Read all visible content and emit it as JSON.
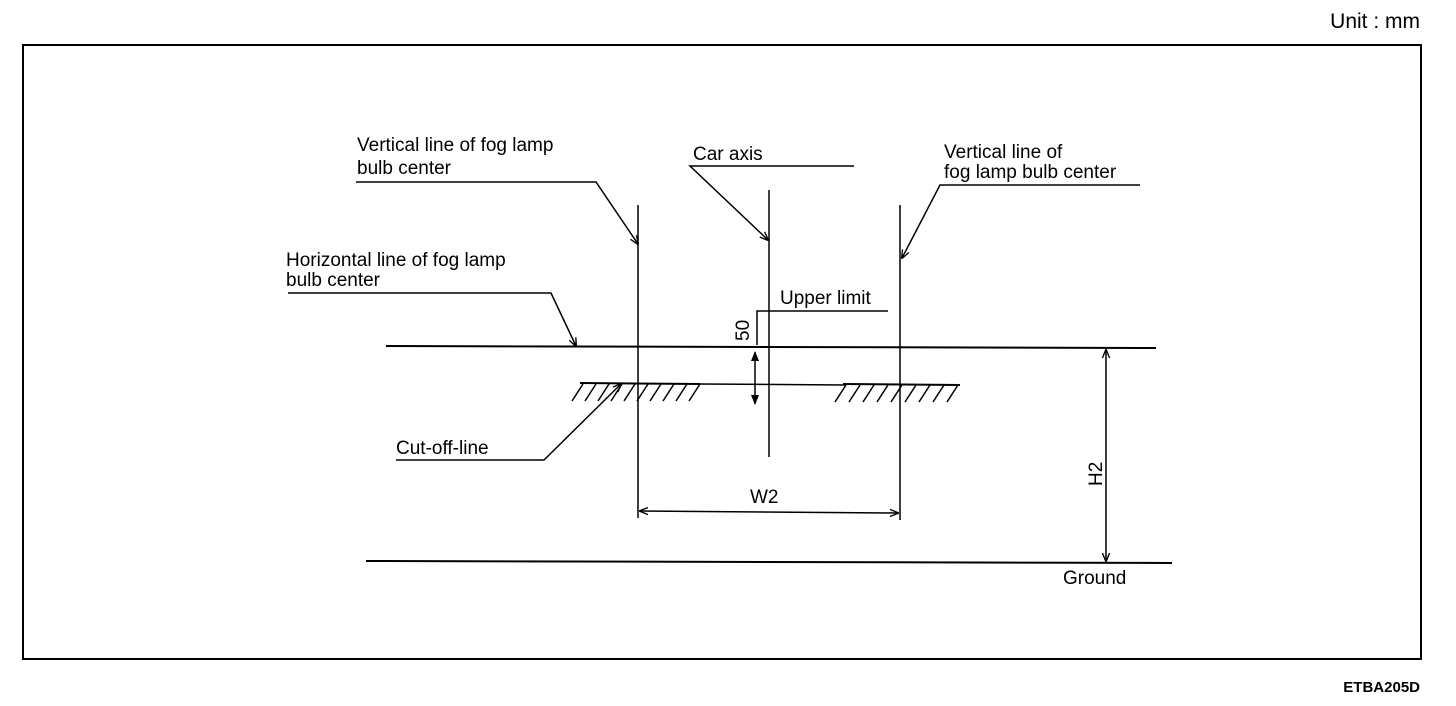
{
  "unit_label": "Unit : mm",
  "figure_code": "ETBA205D",
  "labels": {
    "vertical_left_line1": "Vertical line of fog lamp",
    "vertical_left_line2": "bulb center",
    "car_axis": "Car axis",
    "vertical_right_line1": "Vertical line of",
    "vertical_right_line2": "fog lamp bulb center",
    "horizontal_line1": "Horizontal line of fog lamp",
    "horizontal_line2": "bulb center",
    "upper_limit": "Upper limit",
    "offset_value": "50",
    "cut_off_line": "Cut-off-line",
    "width_dim": "W2",
    "height_dim": "H2",
    "ground": "Ground"
  }
}
